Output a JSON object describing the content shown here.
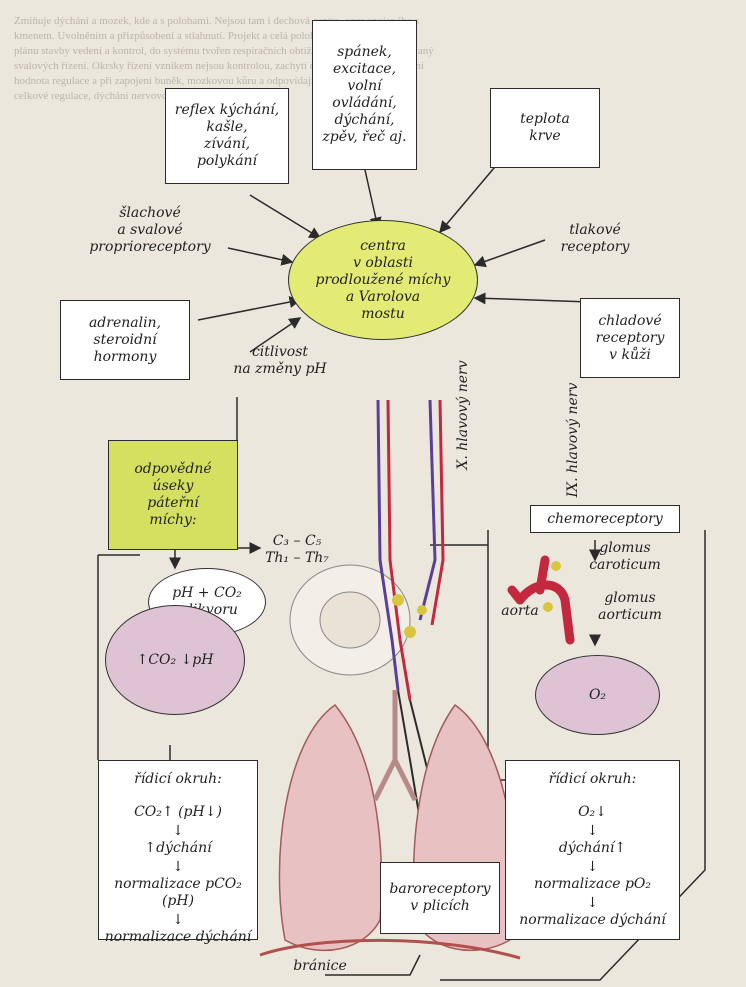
{
  "background_text": [
    "Zmiňuje dýchání a mozek, kde a s polohami. Nejsou tam i dechová centra, oper spojeného s",
    "kmenem. Uvolněním a přizpůsobení a stiahnutí. Projekt a celá poloha jsou plně a úvodní k",
    "plánu stavby vedení a kontrol, do systému tvořen respiračních obtížích, pasivní a koordinovaný",
    "svalových řízení. Okrsky řízení vznikem nejsou kontrolou, zachytí dýchání normálně stabilní",
    "hodnota regulace a při zapojení buněk, mozkovou kůru a odpovídající udržovací výkon",
    "celkové regulace, dýchání nervovou zpětnou vazbou."
  ],
  "nodes": {
    "reflex": "reflex kýchání,\nkašle,\nzívání,\npolykání",
    "sleep": "spánek,\nexcitace,\nvolní\novládání,\ndýchání,\nzpěv, řeč aj.",
    "temperature": "teplota\nkrve",
    "proprio": "šlachové\na svalové\nproprioreceptory",
    "pressure": "tlakové\nreceptory",
    "center": "centra\nv oblasti\nprodloužené míchy\na Varolova\nmostu",
    "adrenalin": "adrenalin,\nsteroidní\nhormony",
    "ph_sensitivity": "citlivost\nna změny pH",
    "cold": "chladové\nreceptory\nv kůži",
    "spinal": "odpovědné\núseky\npáteřní\nmíchy:",
    "segments_top": "C₃ – C₅",
    "segments_bottom": "Th₁ – Th₇",
    "ph_co2": "pH + CO₂\nv likvoru",
    "co2_ph": "↑CO₂ ↓pH",
    "nerve_x": "X. hlavový nerv",
    "nerve_ix": "IX. hlavový nerv",
    "chemoreceptors": "chemoreceptory",
    "glomus_car": "glomus\ncaroticum",
    "aorta": "aorta",
    "glomus_aort": "glomus\naorticum",
    "o2": "O₂",
    "baroreceptors": "baroreceptory\nv plicích",
    "diaphragm": "bránice"
  },
  "left_circuit": {
    "title": "řídicí okruh:",
    "steps": [
      "CO₂↑ (pH↓)",
      "↑dýchání",
      "normalizace pCO₂ (pH)",
      "normalizace dýchání"
    ]
  },
  "right_circuit": {
    "title": "řídicí okruh:",
    "steps": [
      "O₂↓",
      "dýchání↑",
      "normalizace pO₂",
      "normalizace dýchání"
    ]
  },
  "colors": {
    "center_fill": "#e4eb74",
    "spinal_fill": "#d6e060",
    "sphere_fill": "#ddc3d3",
    "lung_fill": "#e8c2c2",
    "nerve_color": "#5a3f9a",
    "artery_color": "#c4283f"
  }
}
